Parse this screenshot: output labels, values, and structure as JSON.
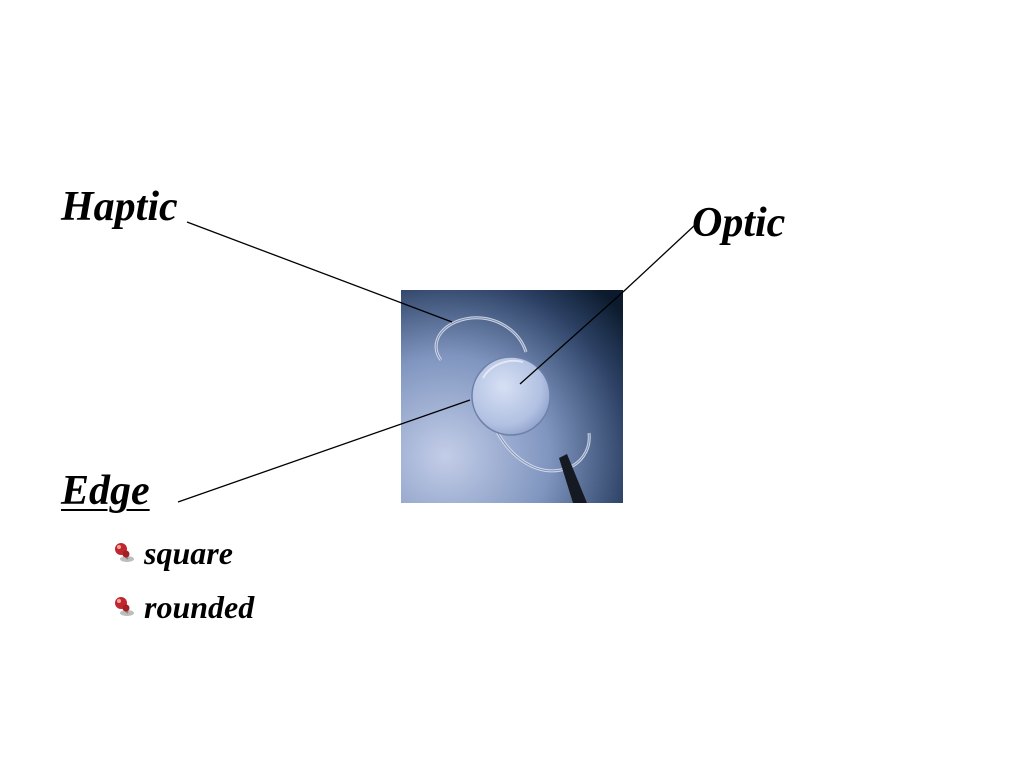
{
  "labels": {
    "haptic": "Haptic",
    "optic": "Optic",
    "edge": "Edge"
  },
  "edge_types": [
    {
      "label": "square",
      "icon": "pushpin-icon"
    },
    {
      "label": "rounded",
      "icon": "pushpin-icon"
    }
  ],
  "photo": {
    "subject": "intraocular-lens",
    "background_colors": [
      "#c3cde8",
      "#6f86b0",
      "#0b1a2c"
    ]
  },
  "colors": {
    "text": "#000000",
    "leader_line": "#000000",
    "bullet_pin": "#c0272d"
  }
}
